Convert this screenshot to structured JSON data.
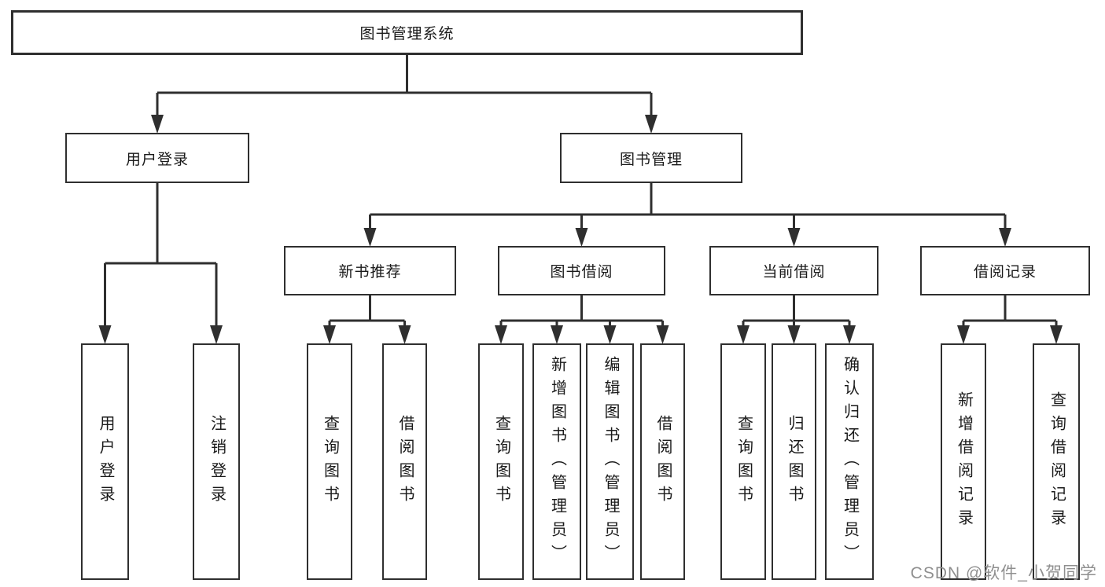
{
  "diagram_title": "图书管理系统",
  "tree": {
    "label": "图书管理系统",
    "children": [
      {
        "label": "用户登录",
        "children": [
          {
            "label": "用户登录"
          },
          {
            "label": "注销登录"
          }
        ]
      },
      {
        "label": "图书管理",
        "children": [
          {
            "label": "新书推荐",
            "children": [
              {
                "label": "查询图书"
              },
              {
                "label": "借阅图书"
              }
            ]
          },
          {
            "label": "图书借阅",
            "children": [
              {
                "label": "查询图书"
              },
              {
                "label": "新增图书（管理员）"
              },
              {
                "label": "编辑图书（管理员）"
              },
              {
                "label": "借阅图书"
              }
            ]
          },
          {
            "label": "当前借阅",
            "children": [
              {
                "label": "查询图书"
              },
              {
                "label": "归还图书"
              },
              {
                "label": "确认归还（管理员）"
              }
            ]
          },
          {
            "label": "借阅记录",
            "children": [
              {
                "label": "新增借阅记录"
              },
              {
                "label": "查询借阅记录"
              }
            ]
          }
        ]
      }
    ]
  },
  "watermark": {
    "text": "CSDN @软件_小贺同学"
  },
  "colors": {
    "line": "#2f2f2f",
    "text": "#1a1a1a",
    "watermark": "#8f8f8f",
    "background": "#ffffff"
  }
}
